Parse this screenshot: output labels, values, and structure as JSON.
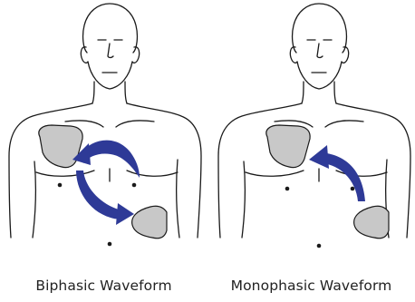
{
  "panels": [
    {
      "caption": "Biphasic Waveform",
      "pad_color": "#c8c8c8",
      "arrow_color": "#2e3a97",
      "arrow_style": "double-curved"
    },
    {
      "caption": "Monophasic Waveform",
      "pad_color": "#c8c8c8",
      "arrow_color": "#2e3a97",
      "arrow_style": "single-curved"
    }
  ]
}
